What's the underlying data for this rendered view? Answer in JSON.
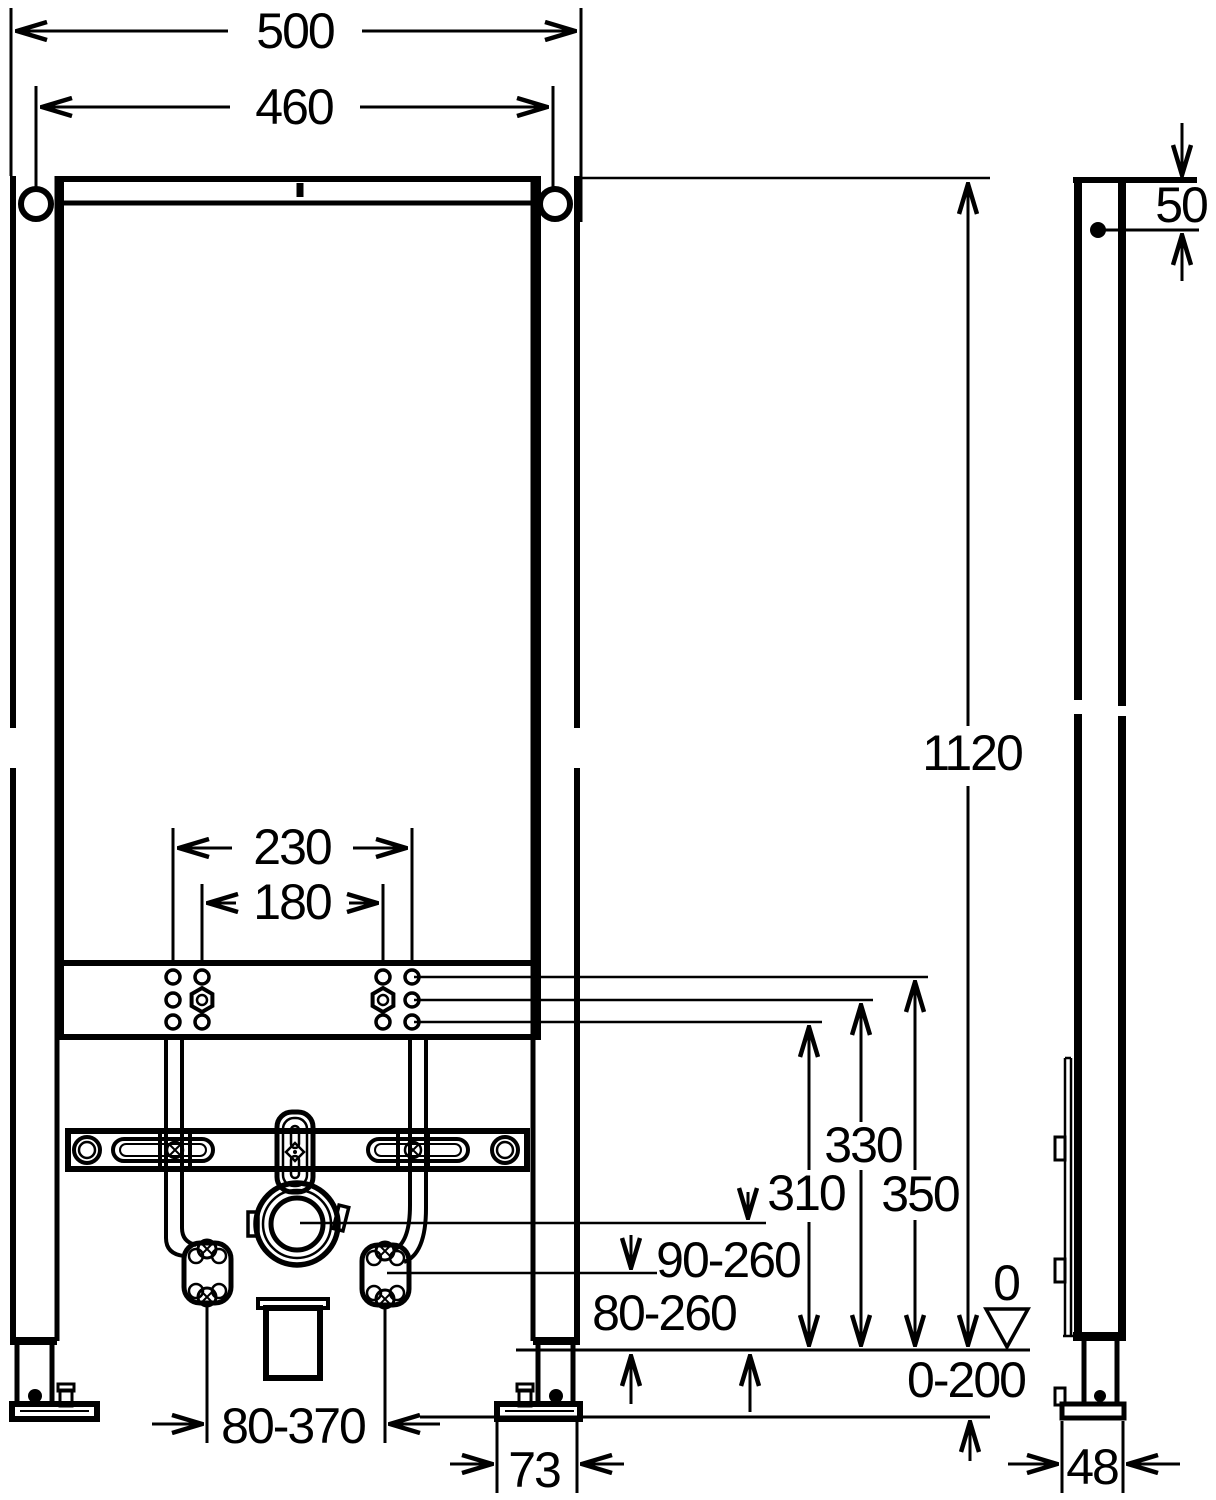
{
  "drawing": {
    "type": "installation-frame technical drawing, front and side elevation",
    "units": "mm",
    "color_line": "#000000",
    "color_background": "#ffffff",
    "labels": {
      "overall_width": "500",
      "top_holes_spacing": "460",
      "anchor_offset_top": "50",
      "frame_height": "1120",
      "bolt_spacing_outer": "230",
      "bolt_spacing_inner": "180",
      "level_top": "350",
      "level_mid": "330",
      "level_low": "310",
      "drain_center_range": "90-260",
      "fixing_range": "80-260",
      "datum_zero": "0",
      "floor_range": "0-200",
      "drain_lateral_range": "80-370",
      "foot_width": "73",
      "foot_depth": "48"
    }
  }
}
